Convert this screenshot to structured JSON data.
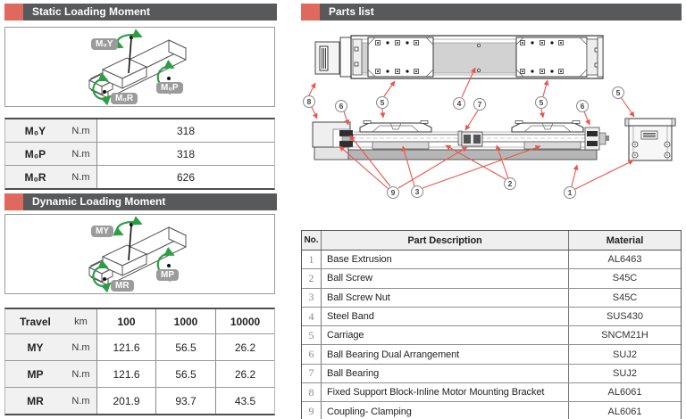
{
  "theme": {
    "header_bg": "#58595B",
    "accent_red": "#E0695E",
    "leader_red": "#E8564C",
    "green_arrow": "#2C9E46",
    "badge_gray": "#9B9B9B",
    "band_gray": "#D2D2D2",
    "base_gray": "#B6B6B6",
    "cell_gray": "#F1F1F1"
  },
  "static_section": {
    "title": "Static Loading Moment",
    "diagram_labels": {
      "yaw": "M₀Y",
      "pitch": "M₀P",
      "roll": "M₀R"
    },
    "table": {
      "rows": [
        {
          "label": "M₀Y",
          "unit": "N.m",
          "value": "318"
        },
        {
          "label": "M₀P",
          "unit": "N.m",
          "value": "318"
        },
        {
          "label": "M₀R",
          "unit": "N.m",
          "value": "626"
        }
      ]
    }
  },
  "dynamic_section": {
    "title": "Dynamic Loading Moment",
    "diagram_labels": {
      "yaw": "MY",
      "pitch": "MP",
      "roll": "MR"
    },
    "table": {
      "header": {
        "label": "Travel",
        "unit": "km",
        "cols": [
          "100",
          "1000",
          "10000"
        ]
      },
      "rows": [
        {
          "label": "MY",
          "unit": "N.m",
          "values": [
            "121.6",
            "56.5",
            "26.2"
          ]
        },
        {
          "label": "MP",
          "unit": "N.m",
          "values": [
            "121.6",
            "56.5",
            "26.2"
          ]
        },
        {
          "label": "MR",
          "unit": "N.m",
          "values": [
            "201.9",
            "93.7",
            "43.5"
          ]
        }
      ]
    }
  },
  "parts_section": {
    "title": "Parts list",
    "callouts": [
      "8",
      "6",
      "5",
      "4",
      "7",
      "5",
      "6",
      "5",
      "9",
      "3",
      "2",
      "1"
    ],
    "table": {
      "headers": [
        "No.",
        "Part Description",
        "Material"
      ],
      "rows": [
        {
          "no": "1",
          "desc": "Base Extrusion",
          "material": "AL6463"
        },
        {
          "no": "2",
          "desc": "Ball Screw",
          "material": "S45C"
        },
        {
          "no": "3",
          "desc": "Ball Screw Nut",
          "material": "S45C"
        },
        {
          "no": "4",
          "desc": "Steel Band",
          "material": "SUS430"
        },
        {
          "no": "5",
          "desc": "Carriage",
          "material": "SNCM21H"
        },
        {
          "no": "6",
          "desc": "Ball Bearing Dual Arrangement",
          "material": "SUJ2"
        },
        {
          "no": "7",
          "desc": "Ball Bearing",
          "material": "SUJ2"
        },
        {
          "no": "8",
          "desc": "Fixed Support Block-Inline Motor Mounting Bracket",
          "material": "AL6061"
        },
        {
          "no": "9",
          "desc": "Coupling- Clamping",
          "material": "AL6061"
        }
      ]
    }
  }
}
